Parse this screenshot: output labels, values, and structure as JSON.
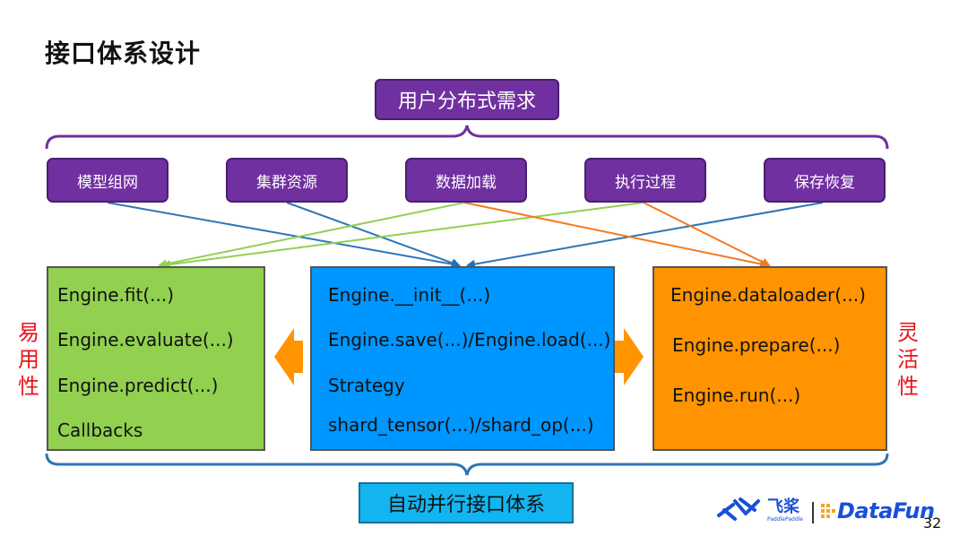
{
  "title": "接口体系设计",
  "top_box": "用户分布式需求",
  "requirements": [
    "模型组网",
    "集群资源",
    "数据加载",
    "执行过程",
    "保存恢复"
  ],
  "panels": {
    "green": [
      "Engine.fit(...)",
      "Engine.evaluate(...)",
      "Engine.predict(...)",
      "Callbacks"
    ],
    "blue": [
      "Engine.__init__(...)",
      "Engine.save(...)/Engine.load(...)",
      "Strategy",
      "shard_tensor(...)/shard_op(...)"
    ],
    "orange": [
      "Engine.dataloader(...)",
      "Engine.prepare(...)",
      "Engine.run(...)"
    ]
  },
  "side_left": [
    "易",
    "用",
    "性"
  ],
  "side_right": [
    "灵",
    "活",
    "性"
  ],
  "bottom_box": "自动并行接口体系",
  "logo": {
    "paddle_cn": "飞桨",
    "paddle_en": "PaddlePaddle",
    "datafun": "DataFun"
  },
  "page_number": "32",
  "colors": {
    "purple": "#7030a0",
    "green": "#92d050",
    "blue": "#0096ff",
    "orange": "#ff9400",
    "cyan": "#13b5f0",
    "red": "#e8141c"
  }
}
